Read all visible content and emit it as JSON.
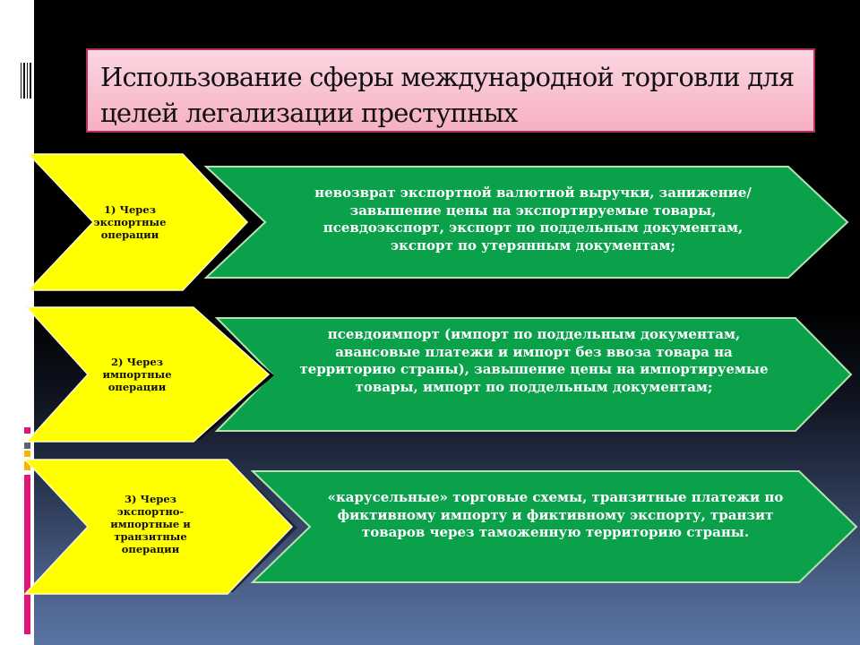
{
  "slide": {
    "title": "Использование сферы международной торговли для целей легализации преступных",
    "colors": {
      "title_bg": "#f8c0d0",
      "title_border": "#b0305e",
      "chevron_yellow": "#ffff00",
      "chevron_green": "#0aa14a",
      "green_border": "#a8dca0",
      "accent_pink": "#e0157a",
      "accent_orange": "#f8b400",
      "accent_gray": "#5a6478"
    },
    "rows": [
      {
        "label": "1) Через экспортные операции",
        "description": "невозврат экспортной валютной выручки, занижение/завышение цены на экспортируемые товары, псевдоэкспорт, экспорт по поддельным документам, экспорт по утерянным документам;"
      },
      {
        "label": "2) Через импортные операции",
        "description": "псевдоимпорт (импорт по поддельным документам, авансовые платежи и импорт без ввоза товара на территорию страны), завышение цены на импортируемые товары, импорт по поддельным документам;"
      },
      {
        "label": "3) Через экспортно-импортные и транзитные операции",
        "description": "«карусельные» торговые схемы, транзитные платежи по фиктивному импорту и фиктивному экспорту, транзит товаров через таможенную территорию страны."
      }
    ]
  }
}
